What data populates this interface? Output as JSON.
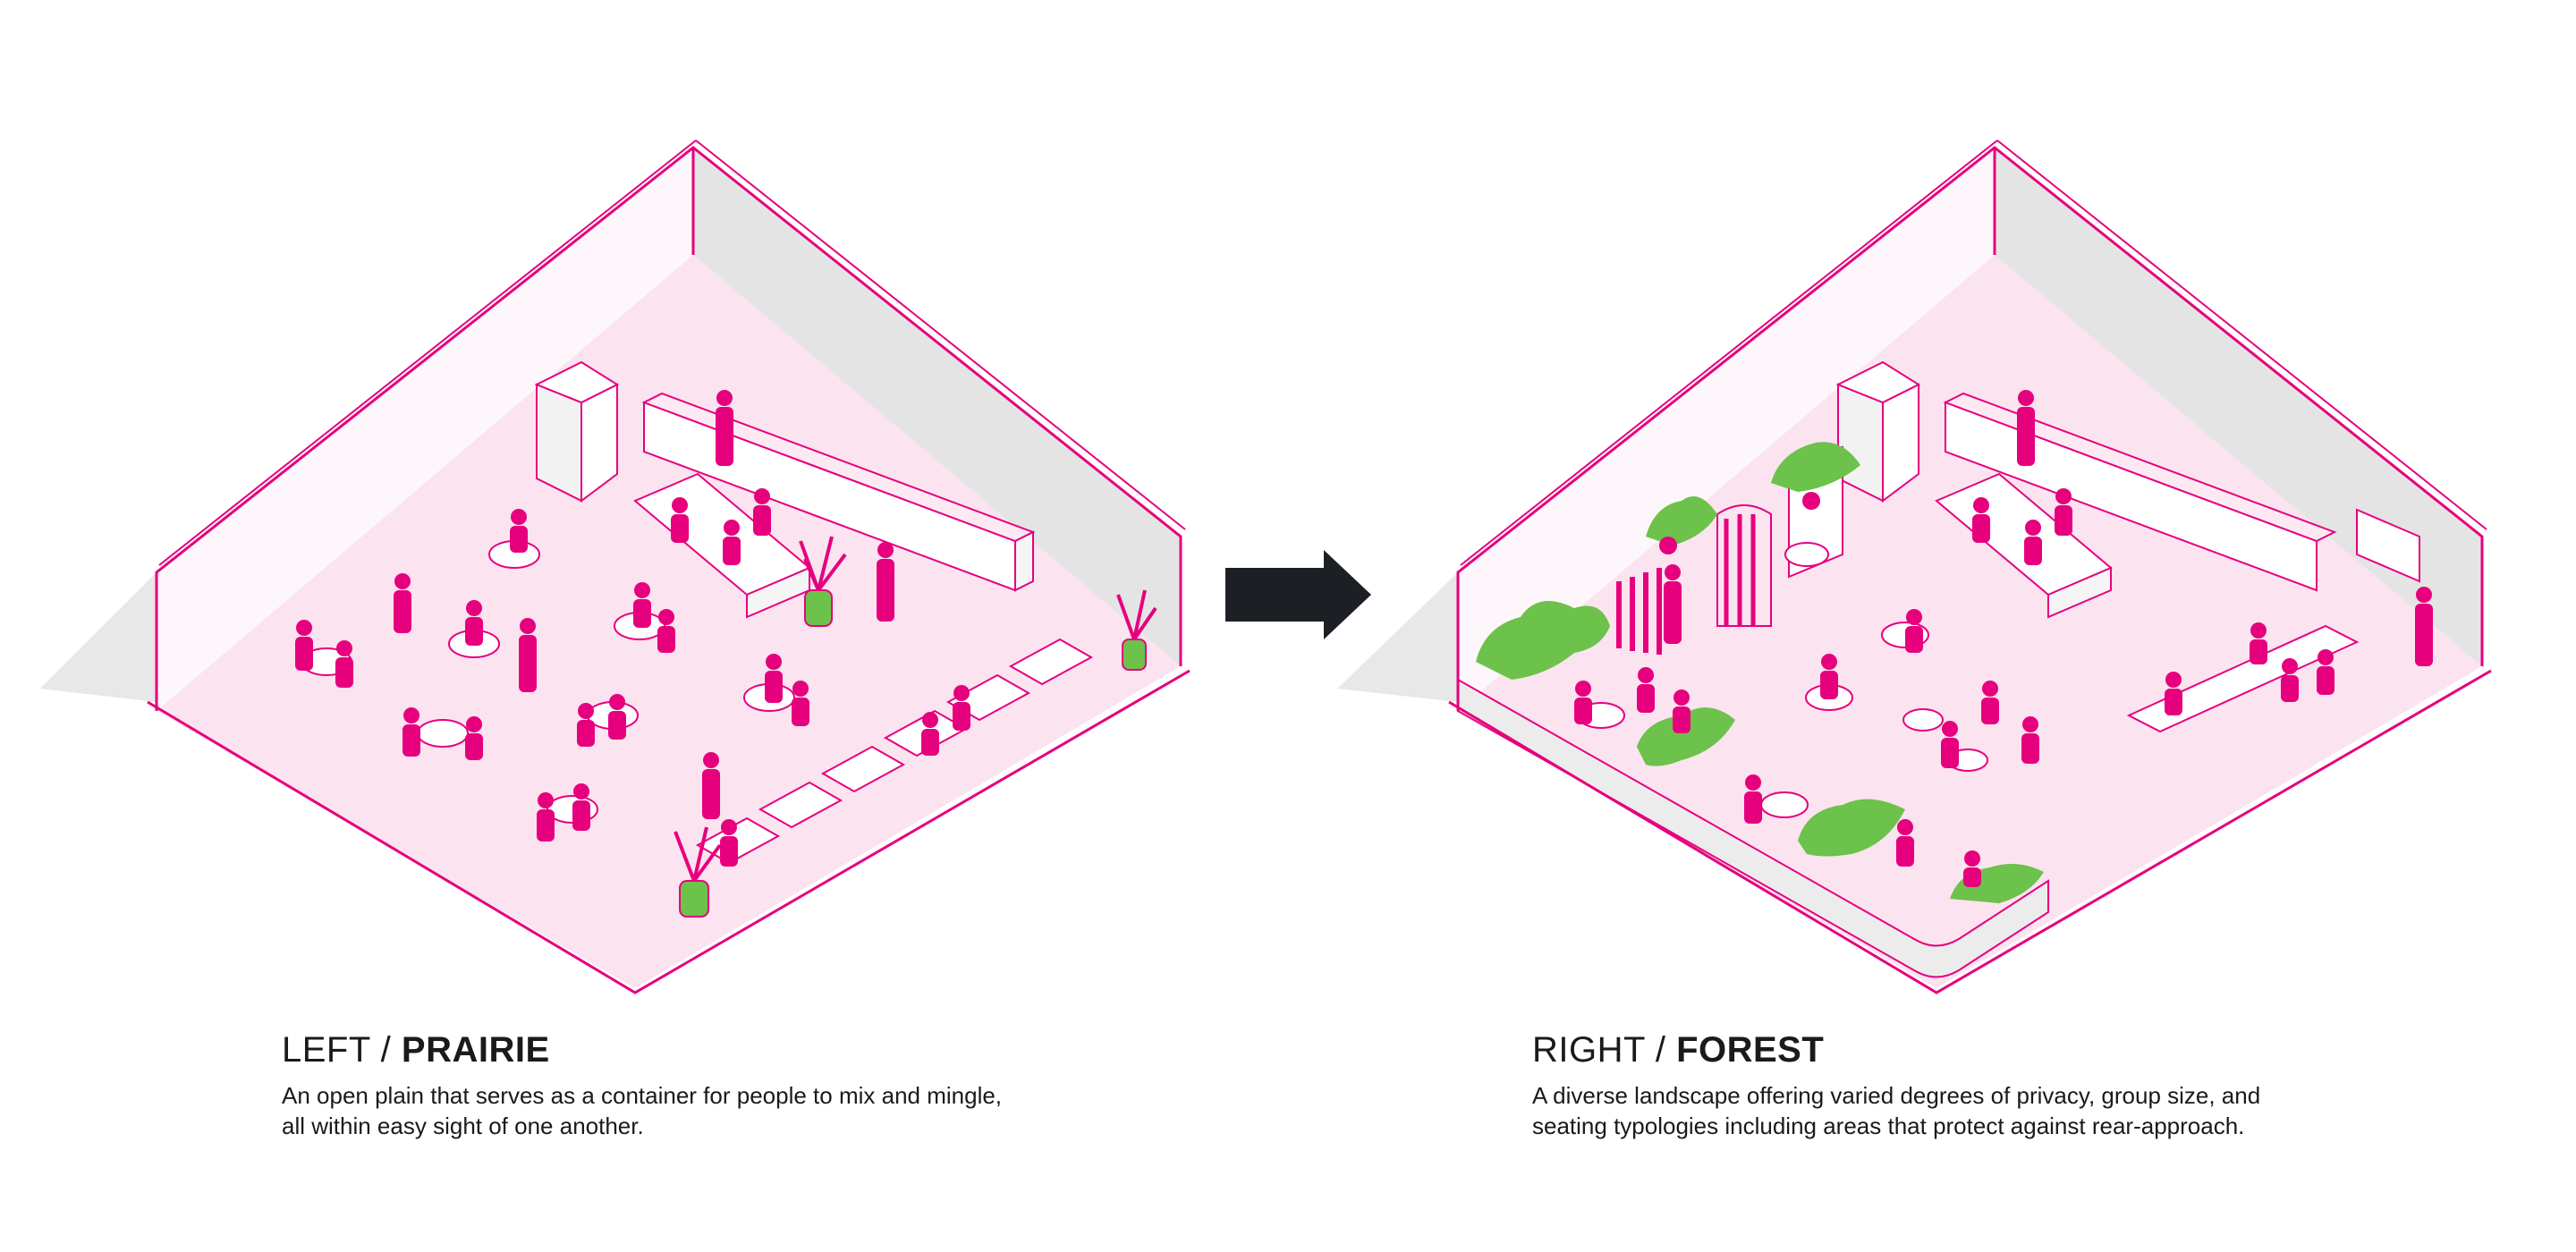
{
  "left_panel": {
    "title_prefix": "LEFT / ",
    "title_name": "PRAIRIE",
    "description_line1": "An open plain that serves as a container for people to mix and mingle,",
    "description_line2": "all within easy sight of one another."
  },
  "right_panel": {
    "title_prefix": "RIGHT / ",
    "title_name": "FOREST",
    "description_line1": "A diverse landscape offering varied degrees of privacy, group size, and",
    "description_line2": "seating typologies including areas that protect against rear-approach."
  },
  "arrow": {
    "icon": "right-arrow-icon",
    "color": "#1c1f24"
  },
  "colors": {
    "accent": "#e6007e",
    "floor": "#fbe3ef",
    "wall_shade": "#e6e6e6",
    "shadow": "#e8e8e8",
    "plant": "#6cc24a",
    "text": "#1a1a1a"
  }
}
